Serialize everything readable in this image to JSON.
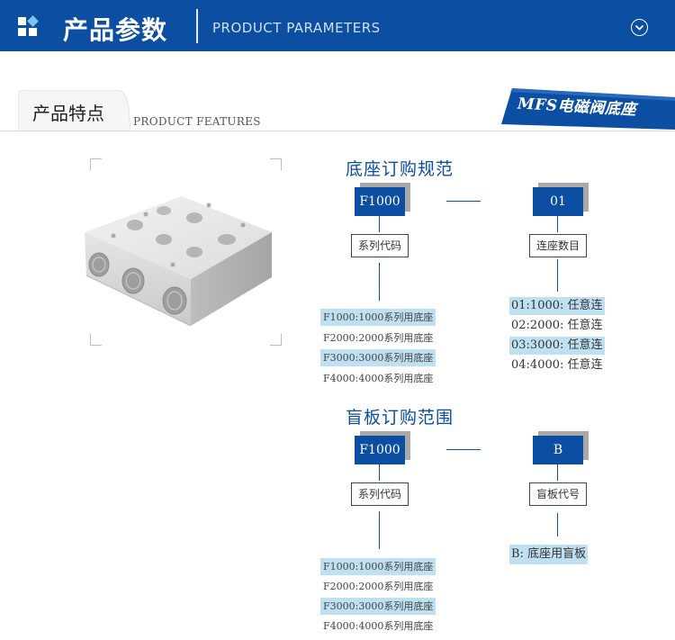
{
  "header": {
    "title": "产品参数",
    "subtitle": "PRODUCT PARAMETERS",
    "colors": {
      "primary": "#0b4ea2"
    }
  },
  "features": {
    "title": "产品特点",
    "subtitle": "PRODUCT FEATURES",
    "badge": "MFS电磁阀底座"
  },
  "base_order": {
    "title": "底座订购规范",
    "code1": "F1000",
    "code2": "01",
    "label1": "系列代码",
    "label2": "连座数目",
    "series_options": [
      {
        "text": "F1000:1000系列用底座",
        "highlight": true
      },
      {
        "text": "F2000:2000系列用底座",
        "highlight": false
      },
      {
        "text": "F3000:3000系列用底座",
        "highlight": true
      },
      {
        "text": "F4000:4000系列用底座",
        "highlight": false
      }
    ],
    "count_options": [
      {
        "text": "01:1000: 任意连",
        "highlight": true
      },
      {
        "text": "02:2000: 任意连",
        "highlight": false
      },
      {
        "text": "03:3000: 任意连",
        "highlight": true
      },
      {
        "text": "04:4000: 任意连",
        "highlight": false
      }
    ]
  },
  "blank_order": {
    "title": "盲板订购范围",
    "code1": "F1000",
    "code2": "B",
    "label1": "系列代码",
    "label2": "盲板代号",
    "series_options": [
      {
        "text": "F1000:1000系列用底座",
        "highlight": true
      },
      {
        "text": "F2000:2000系列用底座",
        "highlight": false
      },
      {
        "text": "F3000:3000系列用底座",
        "highlight": true
      },
      {
        "text": "F4000:4000系列用底座",
        "highlight": false
      }
    ],
    "code_option": {
      "text": "B: 底座用盲板",
      "highlight": true
    }
  }
}
